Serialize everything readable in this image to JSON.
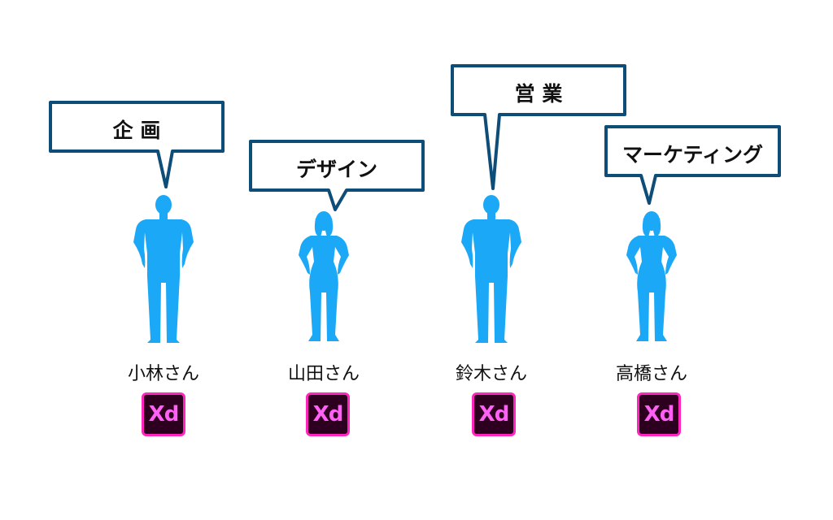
{
  "people": [
    {
      "role": "企 画",
      "name": "小林さん",
      "app": "Xd",
      "figure": "man"
    },
    {
      "role": "デザイン",
      "name": "山田さん",
      "app": "Xd",
      "figure": "woman"
    },
    {
      "role": "営 業",
      "name": "鈴木さん",
      "app": "Xd",
      "figure": "man"
    },
    {
      "role": "マーケティング",
      "name": "高橋さん",
      "app": "Xd",
      "figure": "woman"
    }
  ],
  "colors": {
    "figure": "#1ba8f6",
    "bubble_border": "#0e4d78",
    "xd_bg": "#2e001f",
    "xd_border": "#ff26be",
    "xd_text": "#ff61f6"
  }
}
